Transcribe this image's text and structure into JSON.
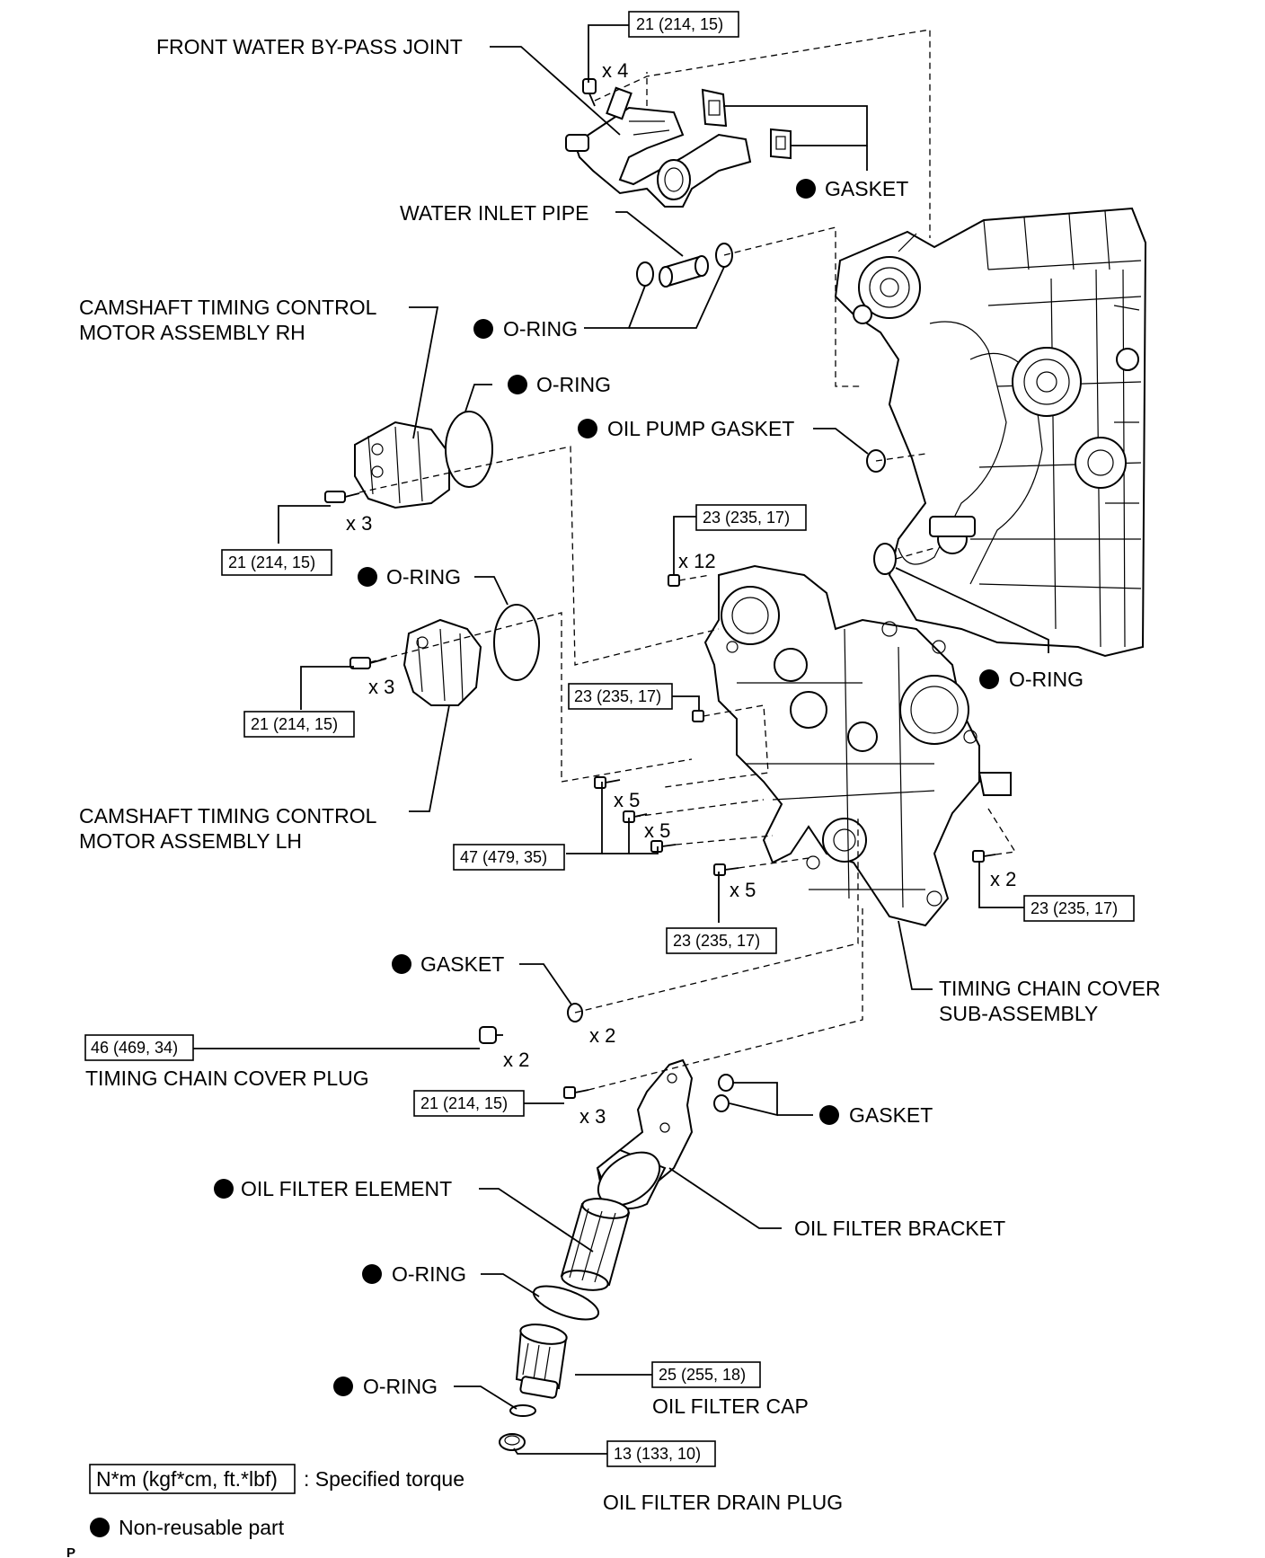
{
  "labels": {
    "front_water_bypass_joint": "FRONT WATER BY-PASS JOINT",
    "gasket": "GASKET",
    "water_inlet_pipe": "WATER INLET PIPE",
    "o_ring": "O-RING",
    "camshaft_rh_line1": "CAMSHAFT TIMING CONTROL",
    "camshaft_rh_line2": "MOTOR ASSEMBLY RH",
    "oil_pump_gasket": "OIL PUMP GASKET",
    "camshaft_lh_line1": "CAMSHAFT TIMING CONTROL",
    "camshaft_lh_line2": "MOTOR ASSEMBLY LH",
    "timing_chain_cover_line1": "TIMING CHAIN COVER",
    "timing_chain_cover_line2": "SUB-ASSEMBLY",
    "timing_chain_cover_plug": "TIMING CHAIN COVER PLUG",
    "oil_filter_element": "OIL FILTER ELEMENT",
    "oil_filter_bracket": "OIL FILTER BRACKET",
    "oil_filter_cap": "OIL FILTER CAP",
    "oil_filter_drain_plug": "OIL FILTER DRAIN PLUG"
  },
  "torques": {
    "t21": "21 (214, 15)",
    "t23": "23 (235, 17)",
    "t47": "47 (479, 35)",
    "t46": "46 (469, 34)",
    "t25": "25 (255, 18)",
    "t13": "13 (133, 10)"
  },
  "quantities": {
    "x2": "x 2",
    "x3": "x 3",
    "x4": "x 4",
    "x5": "x 5",
    "x12": "x 12"
  },
  "legend": {
    "torque_unit": "N*m (kgf*cm, ft.*lbf)",
    "torque_desc": ": Specified torque",
    "non_reusable": "Non-reusable part"
  },
  "corner_mark": "P"
}
